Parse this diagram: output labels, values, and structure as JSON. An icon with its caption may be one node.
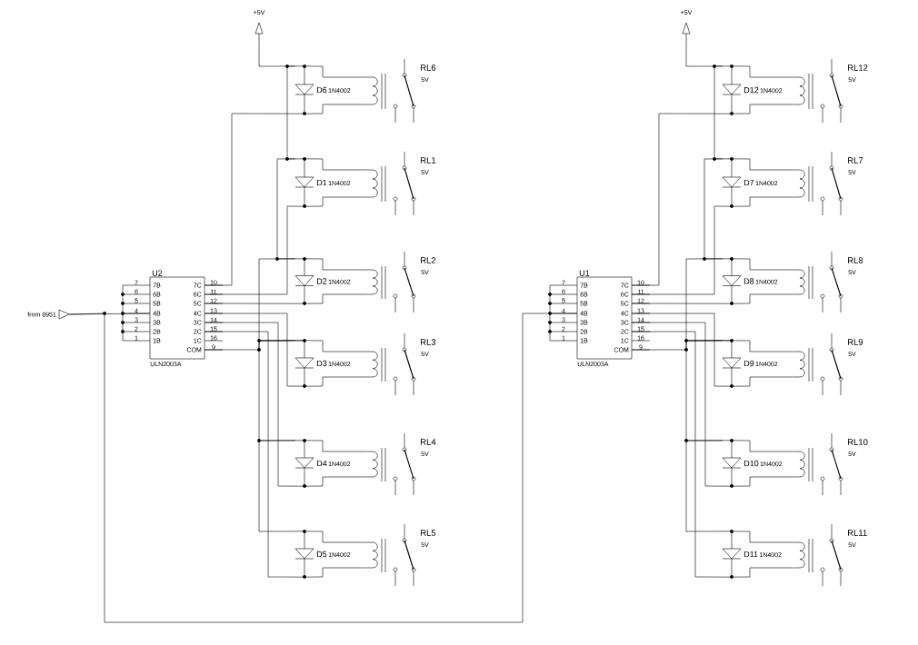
{
  "diagram": {
    "nodes": [
      {
        "text": [
          "from 8951"
        ]
      },
      {
        "text": [
          "U2",
          "7B",
          "7C",
          "6B",
          "6C",
          "5B",
          "5C",
          "4B",
          "4C",
          "3B",
          "3C",
          "2B",
          "2C",
          "1B",
          "1C",
          "COM",
          "ULN2003A"
        ],
        "beside": [
          "7",
          "10",
          "6",
          "11",
          "5",
          "12",
          "4",
          "13",
          "3",
          "14",
          "2",
          "15",
          "1",
          "16",
          "9"
        ]
      },
      {
        "text": [
          "+5V"
        ]
      },
      {
        "text": [
          "D6",
          "1N4002"
        ]
      },
      {
        "text": [
          "RL6",
          "5V"
        ]
      },
      {
        "text": [
          "D1",
          "1N4002"
        ]
      },
      {
        "text": [
          "RL1",
          "5V"
        ]
      },
      {
        "text": [
          "D2",
          "1N4002"
        ]
      },
      {
        "text": [
          "RL2",
          "5V"
        ]
      },
      {
        "text": [
          "D3",
          "1N4002"
        ]
      },
      {
        "text": [
          "RL3",
          "5V"
        ]
      },
      {
        "text": [
          "D4",
          "1N4002"
        ]
      },
      {
        "text": [
          "RL4",
          "5V"
        ]
      },
      {
        "text": [
          "D5",
          "1N4002"
        ]
      },
      {
        "text": [
          "RL5",
          "5V"
        ]
      },
      {
        "text": [
          "U1",
          "7B",
          "7C",
          "6B",
          "6C",
          "5B",
          "5C",
          "4B",
          "4C",
          "3B",
          "3C",
          "2B",
          "2C",
          "1B",
          "1C",
          "COM",
          "ULN2003A"
        ],
        "beside": [
          "7",
          "10",
          "6",
          "11",
          "5",
          "12",
          "4",
          "13",
          "3",
          "14",
          "2",
          "15",
          "1",
          "16",
          "9"
        ]
      },
      {
        "text": [
          "+5V"
        ]
      },
      {
        "text": [
          "D12",
          "1N4002"
        ]
      },
      {
        "text": [
          "RL12",
          "5V"
        ]
      },
      {
        "text": [
          "D7",
          "1N4002"
        ]
      },
      {
        "text": [
          "RL7",
          "5V"
        ]
      },
      {
        "text": [
          "D8",
          "1N4002"
        ]
      },
      {
        "text": [
          "RL8",
          "5V"
        ]
      },
      {
        "text": [
          "D9",
          "1N4002"
        ]
      },
      {
        "text": [
          "RL9",
          "5V"
        ]
      },
      {
        "text": [
          "D10",
          "1N4002"
        ]
      },
      {
        "text": [
          "RL10",
          "5V"
        ]
      },
      {
        "text": [
          "D11",
          "1N4002"
        ]
      },
      {
        "text": [
          "RL11",
          "5V"
        ]
      }
    ],
    "edges": [
      {
        "from": 0,
        "to": 1,
        "arrow": "none"
      },
      {
        "from": 0,
        "to": 15,
        "arrow": "none"
      },
      {
        "from": 2,
        "to": 3,
        "arrow": "none"
      },
      {
        "from": 3,
        "to": 5,
        "arrow": "none"
      },
      {
        "from": 5,
        "to": 7,
        "arrow": "none"
      },
      {
        "from": 7,
        "to": 9,
        "arrow": "none"
      },
      {
        "from": 9,
        "to": 11,
        "arrow": "none"
      },
      {
        "from": 11,
        "to": 13,
        "arrow": "none"
      },
      {
        "from": 1,
        "to": 9,
        "arrow": "none"
      },
      {
        "from": 1,
        "to": 3,
        "arrow": "none"
      },
      {
        "from": 1,
        "to": 5,
        "arrow": "none"
      },
      {
        "from": 1,
        "to": 7,
        "arrow": "none"
      },
      {
        "from": 1,
        "to": 9,
        "arrow": "none"
      },
      {
        "from": 1,
        "to": 11,
        "arrow": "none"
      },
      {
        "from": 1,
        "to": 13,
        "arrow": "none"
      },
      {
        "from": 3,
        "to": 4,
        "arrow": "none"
      },
      {
        "from": 3,
        "to": 4,
        "arrow": "none"
      },
      {
        "from": 5,
        "to": 6,
        "arrow": "none"
      },
      {
        "from": 5,
        "to": 6,
        "arrow": "none"
      },
      {
        "from": 7,
        "to": 8,
        "arrow": "none"
      },
      {
        "from": 7,
        "to": 8,
        "arrow": "none"
      },
      {
        "from": 9,
        "to": 10,
        "arrow": "none"
      },
      {
        "from": 9,
        "to": 10,
        "arrow": "none"
      },
      {
        "from": 11,
        "to": 12,
        "arrow": "none"
      },
      {
        "from": 11,
        "to": 12,
        "arrow": "none"
      },
      {
        "from": 13,
        "to": 14,
        "arrow": "none"
      },
      {
        "from": 13,
        "to": 14,
        "arrow": "none"
      },
      {
        "from": 16,
        "to": 17,
        "arrow": "none"
      },
      {
        "from": 17,
        "to": 19,
        "arrow": "none"
      },
      {
        "from": 19,
        "to": 21,
        "arrow": "none"
      },
      {
        "from": 21,
        "to": 23,
        "arrow": "none"
      },
      {
        "from": 23,
        "to": 25,
        "arrow": "none"
      },
      {
        "from": 25,
        "to": 27,
        "arrow": "none"
      },
      {
        "from": 15,
        "to": 23,
        "arrow": "none"
      },
      {
        "from": 15,
        "to": 17,
        "arrow": "none"
      },
      {
        "from": 15,
        "to": 19,
        "arrow": "none"
      },
      {
        "from": 15,
        "to": 21,
        "arrow": "none"
      },
      {
        "from": 15,
        "to": 23,
        "arrow": "none"
      },
      {
        "from": 15,
        "to": 25,
        "arrow": "none"
      },
      {
        "from": 15,
        "to": 27,
        "arrow": "none"
      },
      {
        "from": 17,
        "to": 18,
        "arrow": "none"
      },
      {
        "from": 17,
        "to": 18,
        "arrow": "none"
      },
      {
        "from": 19,
        "to": 20,
        "arrow": "none"
      },
      {
        "from": 19,
        "to": 20,
        "arrow": "none"
      },
      {
        "from": 21,
        "to": 22,
        "arrow": "none"
      },
      {
        "from": 21,
        "to": 22,
        "arrow": "none"
      },
      {
        "from": 23,
        "to": 24,
        "arrow": "none"
      },
      {
        "from": 23,
        "to": 24,
        "arrow": "none"
      },
      {
        "from": 25,
        "to": 26,
        "arrow": "none"
      },
      {
        "from": 25,
        "to": 26,
        "arrow": "none"
      },
      {
        "from": 27,
        "to": 28,
        "arrow": "none"
      },
      {
        "from": 27,
        "to": 28,
        "arrow": "none"
      }
    ]
  }
}
